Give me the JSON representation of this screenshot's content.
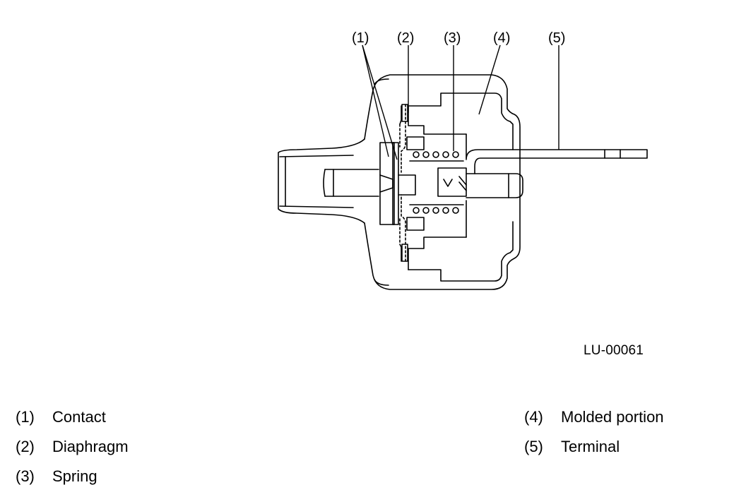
{
  "figure_code": "LU-00061",
  "callouts": [
    "(1)",
    "(2)",
    "(3)",
    "(4)",
    "(5)"
  ],
  "legend": {
    "left": [
      {
        "num": "(1)",
        "text": "Contact"
      },
      {
        "num": "(2)",
        "text": "Diaphragm"
      },
      {
        "num": "(3)",
        "text": "Spring"
      }
    ],
    "right": [
      {
        "num": "(4)",
        "text": "Molded portion"
      },
      {
        "num": "(5)",
        "text": "Terminal"
      }
    ]
  }
}
